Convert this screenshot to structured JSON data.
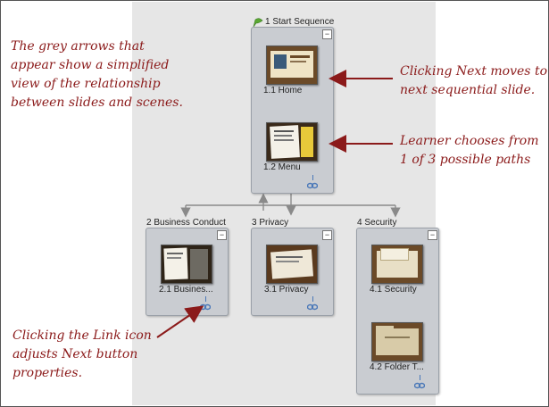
{
  "annotations": {
    "grey_arrows": [
      "The grey arrows that",
      "appear show a simplified",
      "view of the relationship",
      "between slides and scenes."
    ],
    "clicking_next": [
      "Clicking Next moves to",
      "next sequential slide."
    ],
    "learner_chooses": [
      "Learner chooses from",
      "1 of 3 possible paths"
    ],
    "link_icon": [
      "Clicking the Link icon",
      "adjusts Next button",
      "properties."
    ]
  },
  "scenes": {
    "start": {
      "title": "1 Start Sequence",
      "slides": [
        "1.1 Home",
        "1.2 Menu"
      ]
    },
    "business": {
      "title": "2 Business Conduct",
      "slides": [
        "2.1 Busines..."
      ]
    },
    "privacy": {
      "title": "3 Privacy",
      "slides": [
        "3.1 Privacy"
      ]
    },
    "security": {
      "title": "4 Security",
      "slides": [
        "4.1 Security",
        "4.2 Folder T..."
      ]
    }
  },
  "colors": {
    "annotation": "#8b1a1a",
    "canvas": "#e6e6e6",
    "scene_panel": "#c9ccd1",
    "arrow_grey": "#8a8a8a",
    "link_blue": "#4a78b8",
    "flag_green": "#5aa832"
  }
}
